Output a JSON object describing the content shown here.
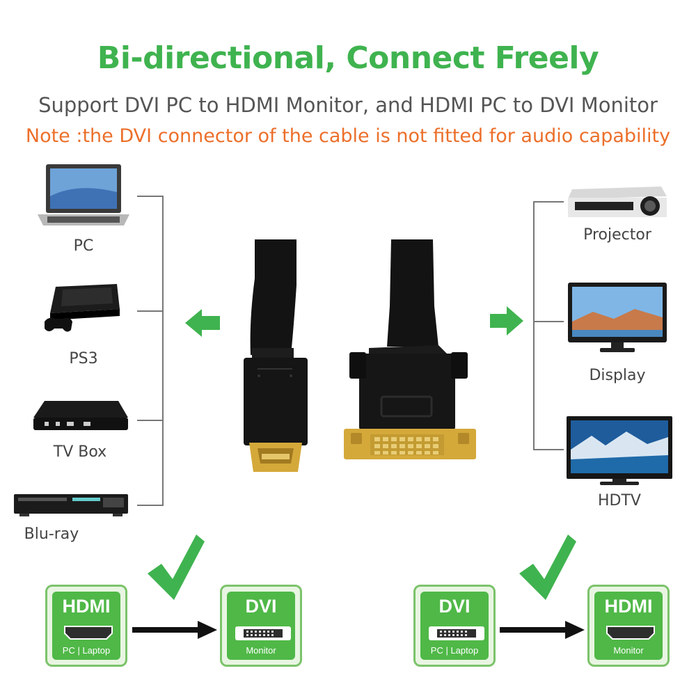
{
  "header": {
    "title": "Bi-directional, Connect Freely",
    "subtitle": "Support DVI PC to HDMI Monitor, and HDMI PC to DVI Monitor",
    "note": "Note :the DVI connector of the cable is not fitted for audio capability"
  },
  "sources": [
    {
      "label": "PC",
      "icon": "laptop-icon"
    },
    {
      "label": "PS3",
      "icon": "game-console-icon"
    },
    {
      "label": "TV Box",
      "icon": "tv-box-icon"
    },
    {
      "label": "Blu-ray",
      "icon": "blu-ray-player-icon"
    }
  ],
  "displays": [
    {
      "label": "Projector",
      "icon": "projector-icon"
    },
    {
      "label": "Display",
      "icon": "monitor-icon"
    },
    {
      "label": "HDTV",
      "icon": "hdtv-icon"
    }
  ],
  "diagrams": {
    "left": {
      "from": {
        "title": "HDMI",
        "sub": "PC | Laptop"
      },
      "to": {
        "title": "DVI",
        "sub": "Monitor"
      }
    },
    "right": {
      "from": {
        "title": "DVI",
        "sub": "PC | Laptop"
      },
      "to": {
        "title": "HDMI",
        "sub": "Monitor"
      }
    }
  },
  "colors": {
    "accent_green": "#3fb34f",
    "note_orange": "#ec6f2a",
    "gold": "#d4a93a"
  }
}
